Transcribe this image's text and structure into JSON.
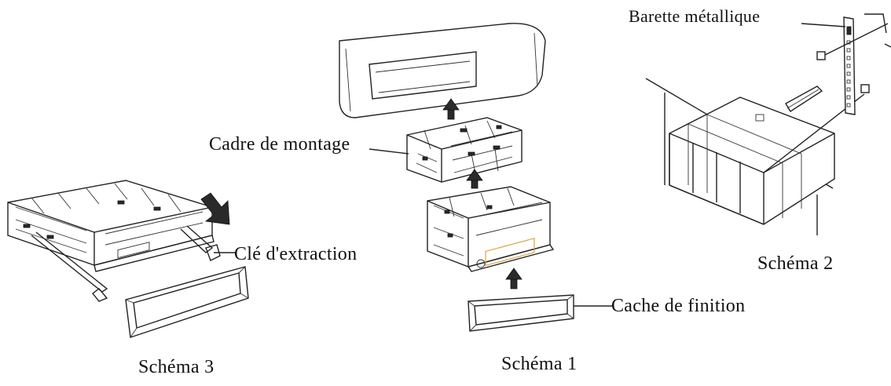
{
  "labels": {
    "barette": "Barette métallique",
    "cadre": "Cadre de montage",
    "cle": "Clé d'extraction",
    "cache": "Cache de finition",
    "schema1": "Schéma 1",
    "schema2": "Schéma 2",
    "schema3": "Schéma 3"
  },
  "colors": {
    "line": "#222222",
    "display_accent": "#d9a441"
  }
}
